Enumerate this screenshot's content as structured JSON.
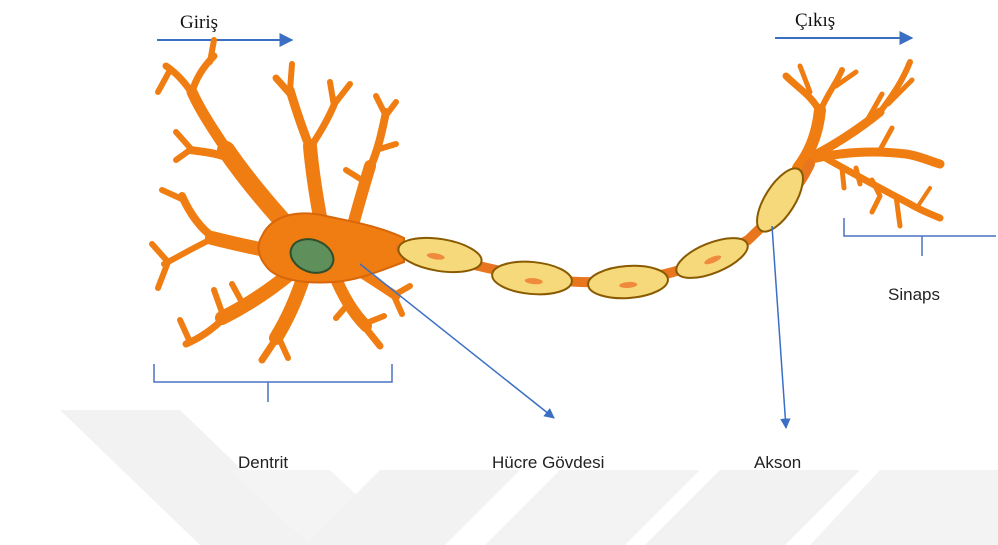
{
  "labels": {
    "input": "Giriş",
    "output": "Çıkış",
    "synapse": "Sinaps",
    "dendrite": "Dentrit",
    "cell_body": "Hücre Gövdesi",
    "axon": "Akson"
  },
  "colors": {
    "neuron": "#f07d12",
    "neuron_outline": "#5a2a00",
    "nucleus": "#5f8f5a",
    "myelin": "#f6d97a",
    "myelin_outline": "#8a5a00",
    "myelin_spot": "#f08a3c",
    "arrow": "#3a6fc4",
    "bracket": "#4a73c2",
    "watermark": "#f1f1f1"
  }
}
